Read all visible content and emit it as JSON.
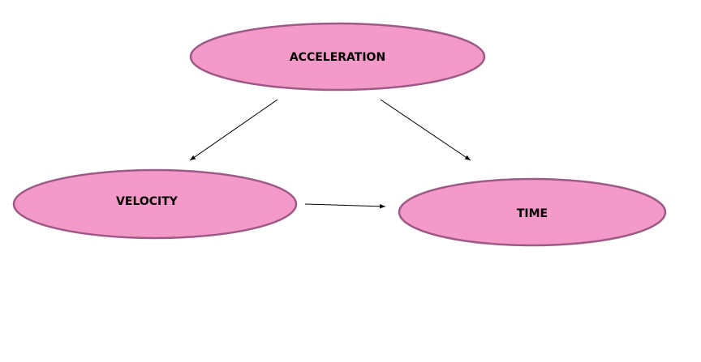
{
  "diagram": {
    "colors": {
      "node_fill": "#f49ac8",
      "node_stroke": "#9e5a86",
      "edge": "#000000",
      "background": "#ffffff"
    },
    "nodes": {
      "acceleration": {
        "label": "ACCELERATION"
      },
      "velocity": {
        "label": "VELOCITY"
      },
      "time": {
        "label": "TIME"
      }
    },
    "edges": [
      {
        "from": "ACCELERATION",
        "to": "VELOCITY",
        "directed": true
      },
      {
        "from": "ACCELERATION",
        "to": "TIME",
        "directed": true
      },
      {
        "from": "VELOCITY",
        "to": "TIME",
        "directed": true
      }
    ]
  }
}
